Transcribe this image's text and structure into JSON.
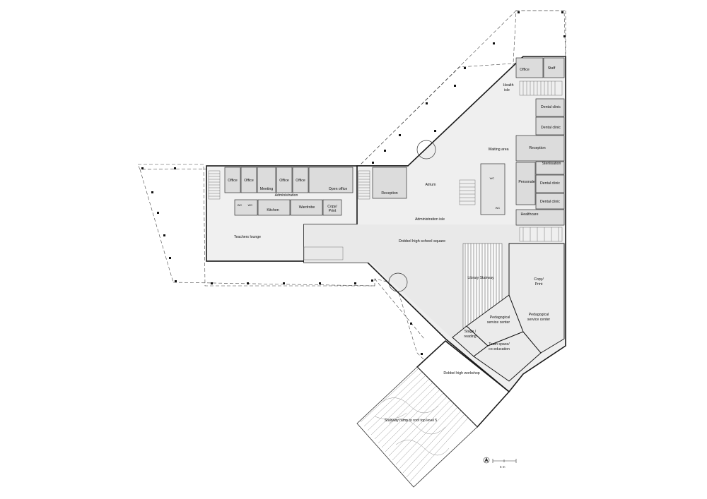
{
  "rooms": {
    "office_1": "Office",
    "office_2": "Office",
    "meeting": "Meeting",
    "office_3": "Office",
    "office_4": "Office",
    "administration": "Administration",
    "open_office": "Open office",
    "reception_west": "Reception",
    "wc_1": "WC",
    "wc_2": "WC",
    "kitchen": "Kitchen",
    "wardrobe": "Wardrobe",
    "copy_print_line1": "Copy/",
    "copy_print_line2": "Print",
    "teachers_lounge": "Teachers lounge",
    "atrium": "Atrium",
    "administration_isle": "Administration isle",
    "school_square": "Dobbel high school square",
    "library_stairway": "Library Stairway",
    "office_ne": "Office",
    "staff": "Staff",
    "health_isle_line1": "Health",
    "health_isle_line2": "isle",
    "dental_clinic_1": "Dental clinic",
    "dental_clinic_2": "Dental clinic",
    "waiting_area": "Waiting area",
    "reception_east": "Reception",
    "sterilisation": "Sterilisation",
    "wc_3": "WC",
    "wc_4": "WC",
    "personale": "Personale",
    "dental_clinic_3": "Dental clinic",
    "dental_clinic_4": "Dental clinic",
    "healthcare": "Healthcare",
    "copy_print_e_line1": "Copy/",
    "copy_print_e_line2": "Print",
    "ped_center_1_line1": "Pedagogical",
    "ped_center_1_line2": "service center",
    "ped_center_2_line1": "Pedagogical",
    "ped_center_2_line2": "service center",
    "stage_line1": "Stage /",
    "stage_line2": "reading",
    "team_space_line1": "Team space/",
    "team_space_line2": "co-education",
    "workshop": "Dobbel high workshop",
    "stair_ramp": "Stairway ramp to roof top level 5"
  },
  "scale_bar": {
    "label": "5 m"
  },
  "colors": {
    "wall": "#1a1a1a",
    "floor_grey": "#e6e6e6",
    "floor_light": "#f2f2f2",
    "line": "#555555"
  }
}
